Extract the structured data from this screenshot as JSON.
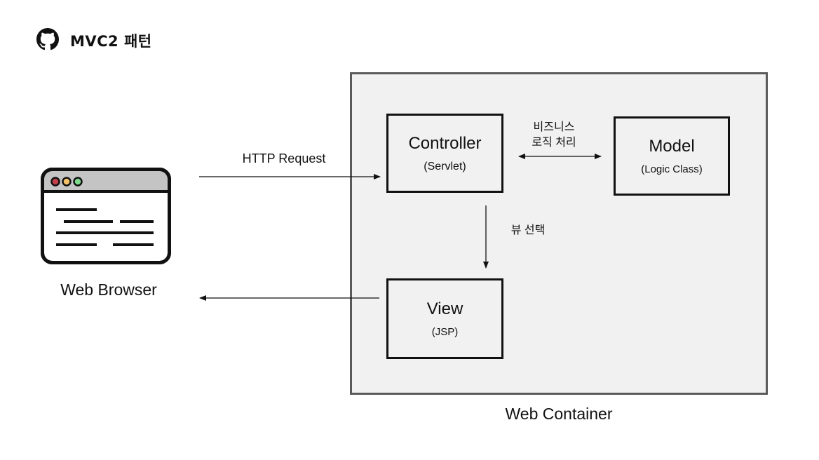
{
  "header": {
    "title": "MVC2 패턴",
    "icon": "github-icon"
  },
  "browser": {
    "label": "Web Browser",
    "icon": "browser-window-icon",
    "dots": [
      "#c0404a",
      "#f5c36a",
      "#7fdc8e"
    ]
  },
  "container": {
    "label": "Web Container"
  },
  "controller": {
    "title": "Controller",
    "subtitle": "(Servlet)"
  },
  "model": {
    "title": "Model",
    "subtitle": "(Logic Class)"
  },
  "view": {
    "title": "View",
    "subtitle": "(JSP)"
  },
  "edges": {
    "request": "HTTP Request",
    "business_line1": "비즈니스",
    "business_line2": "로직 처리",
    "view_select": "뷰 선택"
  }
}
